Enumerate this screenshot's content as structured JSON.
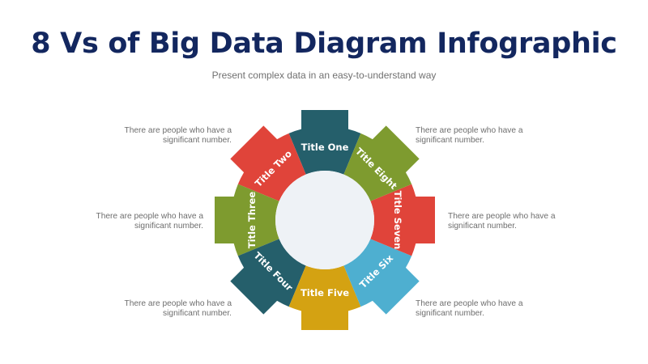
{
  "header": {
    "title": "8 Vs of Big Data Diagram Infographic",
    "subtitle": "Present complex data in an easy-to-understand way"
  },
  "colors": {
    "title": "#13275F",
    "teal": "#255F6B",
    "red": "#E0443A",
    "green": "#7E9B2F",
    "yellow": "#D4A212",
    "blue": "#4EAFD0",
    "center": "#EEF2F6"
  },
  "gear": {
    "segments": [
      {
        "label": "Title One",
        "color": "#255F6B",
        "position": "top"
      },
      {
        "label": "Title Two",
        "color": "#E0443A",
        "position": "top-left"
      },
      {
        "label": "Title Three",
        "color": "#7E9B2F",
        "position": "left"
      },
      {
        "label": "Title Four",
        "color": "#255F6B",
        "position": "bottom-left"
      },
      {
        "label": "Title Five",
        "color": "#D4A212",
        "position": "bottom"
      },
      {
        "label": "Title Six",
        "color": "#4EAFD0",
        "position": "bottom-right"
      },
      {
        "label": "Title Seven",
        "color": "#E0443A",
        "position": "right"
      },
      {
        "label": "Title Eight",
        "color": "#7E9B2F",
        "position": "top-right"
      }
    ]
  },
  "captions": {
    "top_left": {
      "line1": "There are people who have a",
      "line2": "significant number."
    },
    "middle_left": {
      "line1": "There are people who have a",
      "line2": "significant number."
    },
    "bottom_left": {
      "line1": "There are people who have a",
      "line2": "significant number."
    },
    "top_right": {
      "line1": "There are people who have a",
      "line2": "significant number."
    },
    "middle_right": {
      "line1": "There are people who have a",
      "line2": "significant number."
    },
    "bottom_right": {
      "line1": "There are people who have a",
      "line2": "significant number."
    }
  }
}
